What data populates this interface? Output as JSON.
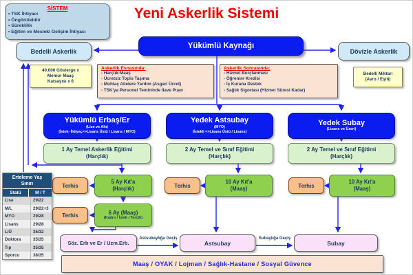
{
  "title": "Yeni Askerlik Sistemi",
  "sistem": {
    "title": "SİSTEM",
    "items": [
      "TSK İhtiyacı",
      "Öngörülebilir",
      "Süreklilik",
      "Eğitim ve Mesleki Gelişim İhtiyacı"
    ]
  },
  "source": {
    "label": "Yükümlü Kaynağı"
  },
  "bedelli": {
    "label": "Bedelli Askerlik",
    "formula": "40.000 Gösterge x\nMemur Maaş\nKatsayısı x 6"
  },
  "dovizle": {
    "label": "Dövizle Askerlik",
    "amount": "Bedelli Miktarı\n(Avro / Eşiti)"
  },
  "during": {
    "title": "Askerlik Esnasında:",
    "items": [
      "Harçlık-Maaş",
      "Ücretsiz Toplu Taşıma",
      "Muhtaç Ailelere Yardım (Asgari Ücret)",
      "TSK'ya Personel Temininde İlave Puan"
    ]
  },
  "after": {
    "title": "Askerlik Sonrasında:",
    "items": [
      "Hizmet Borçlanması",
      "Öğrenim Kredisi",
      "İş Kurana Destek",
      "Sağlık Sigortası (Hizmet Süresi Kadar)"
    ]
  },
  "col1": {
    "header": "Yükümlü Erbaş/Er",
    "sub": "(Lise ve Altı)\n(İstek- İhtiyaç=>Lisans Üstü / Lisans / MYO)",
    "training": "1 Ay Temel Askerlik Eğitimi\n(Harçlık)",
    "stage1": "5 Ay Kıt'a\n(Harçlık)",
    "terhis1": "Terhis",
    "stage2": "6 Ay (Maaş)",
    "stage2_sub": "(Kadro / İstek / Tercih)",
    "terhis2": "Terhis",
    "outcome": "Söz. Erb ve Er / Uzm.Erb."
  },
  "col2": {
    "header": "Yedek Astsubay",
    "sub": "(MYO)\n(İstekli =>Lisans Üstü / Lisans)",
    "training": "2 Ay Temel ve Sınıf Eğitimi\n(Harçlık)",
    "stage1": "10 Ay Kıt'a\n(Maaş)",
    "terhis": "Terhis",
    "outcome": "Astsubay"
  },
  "col3": {
    "header": "Yedek Subay",
    "sub": "(Lisans ve Üzeri)",
    "training": "2 Ay Temel ve Sınıf Eğitimi\n(Harçlık)",
    "stage1": "10 Ay Kıt'a\n(Maaş)",
    "terhis": "Terhis",
    "outcome": "Subay"
  },
  "transitions": {
    "to_astsubay": "Astsubaylığa Geçiş",
    "to_subay": "Subaylığa Geçiş"
  },
  "deferral_table": {
    "title": "Erteleme Yaş\nSınırı",
    "columns": [
      "Statü",
      "M / T"
    ],
    "rows": [
      [
        "Lise",
        "29/22"
      ],
      [
        "M/L",
        "29/22+3"
      ],
      [
        "MYO",
        "29/28"
      ],
      [
        "Lisans",
        "29/28"
      ],
      [
        "L/Ü",
        "35/32"
      ],
      [
        "Doktora",
        "35/35"
      ],
      [
        "Tıp",
        "35/35"
      ],
      [
        "Sporcu",
        "38/35"
      ]
    ]
  },
  "bottom_bar": "Maaş  /  OYAK  /  Lojman  /  Sağlık-Hastane  /  Sosyal Güvence",
  "colors": {
    "header_blue": "#0b1cf0",
    "light_blue": "#cfe9f8",
    "sistem_blue": "#bfd9ea",
    "arrow_blue": "#2323f0",
    "peach": "#fbe3d3",
    "green_light": "#d9f2cd",
    "green": "#8fd14f",
    "orange": "#f9c089",
    "pink": "#fbe0fa",
    "yellow": "#ffffcb",
    "navy_text": "#17375e",
    "red_title": "#f00000",
    "table_header": "#1f4e79"
  }
}
